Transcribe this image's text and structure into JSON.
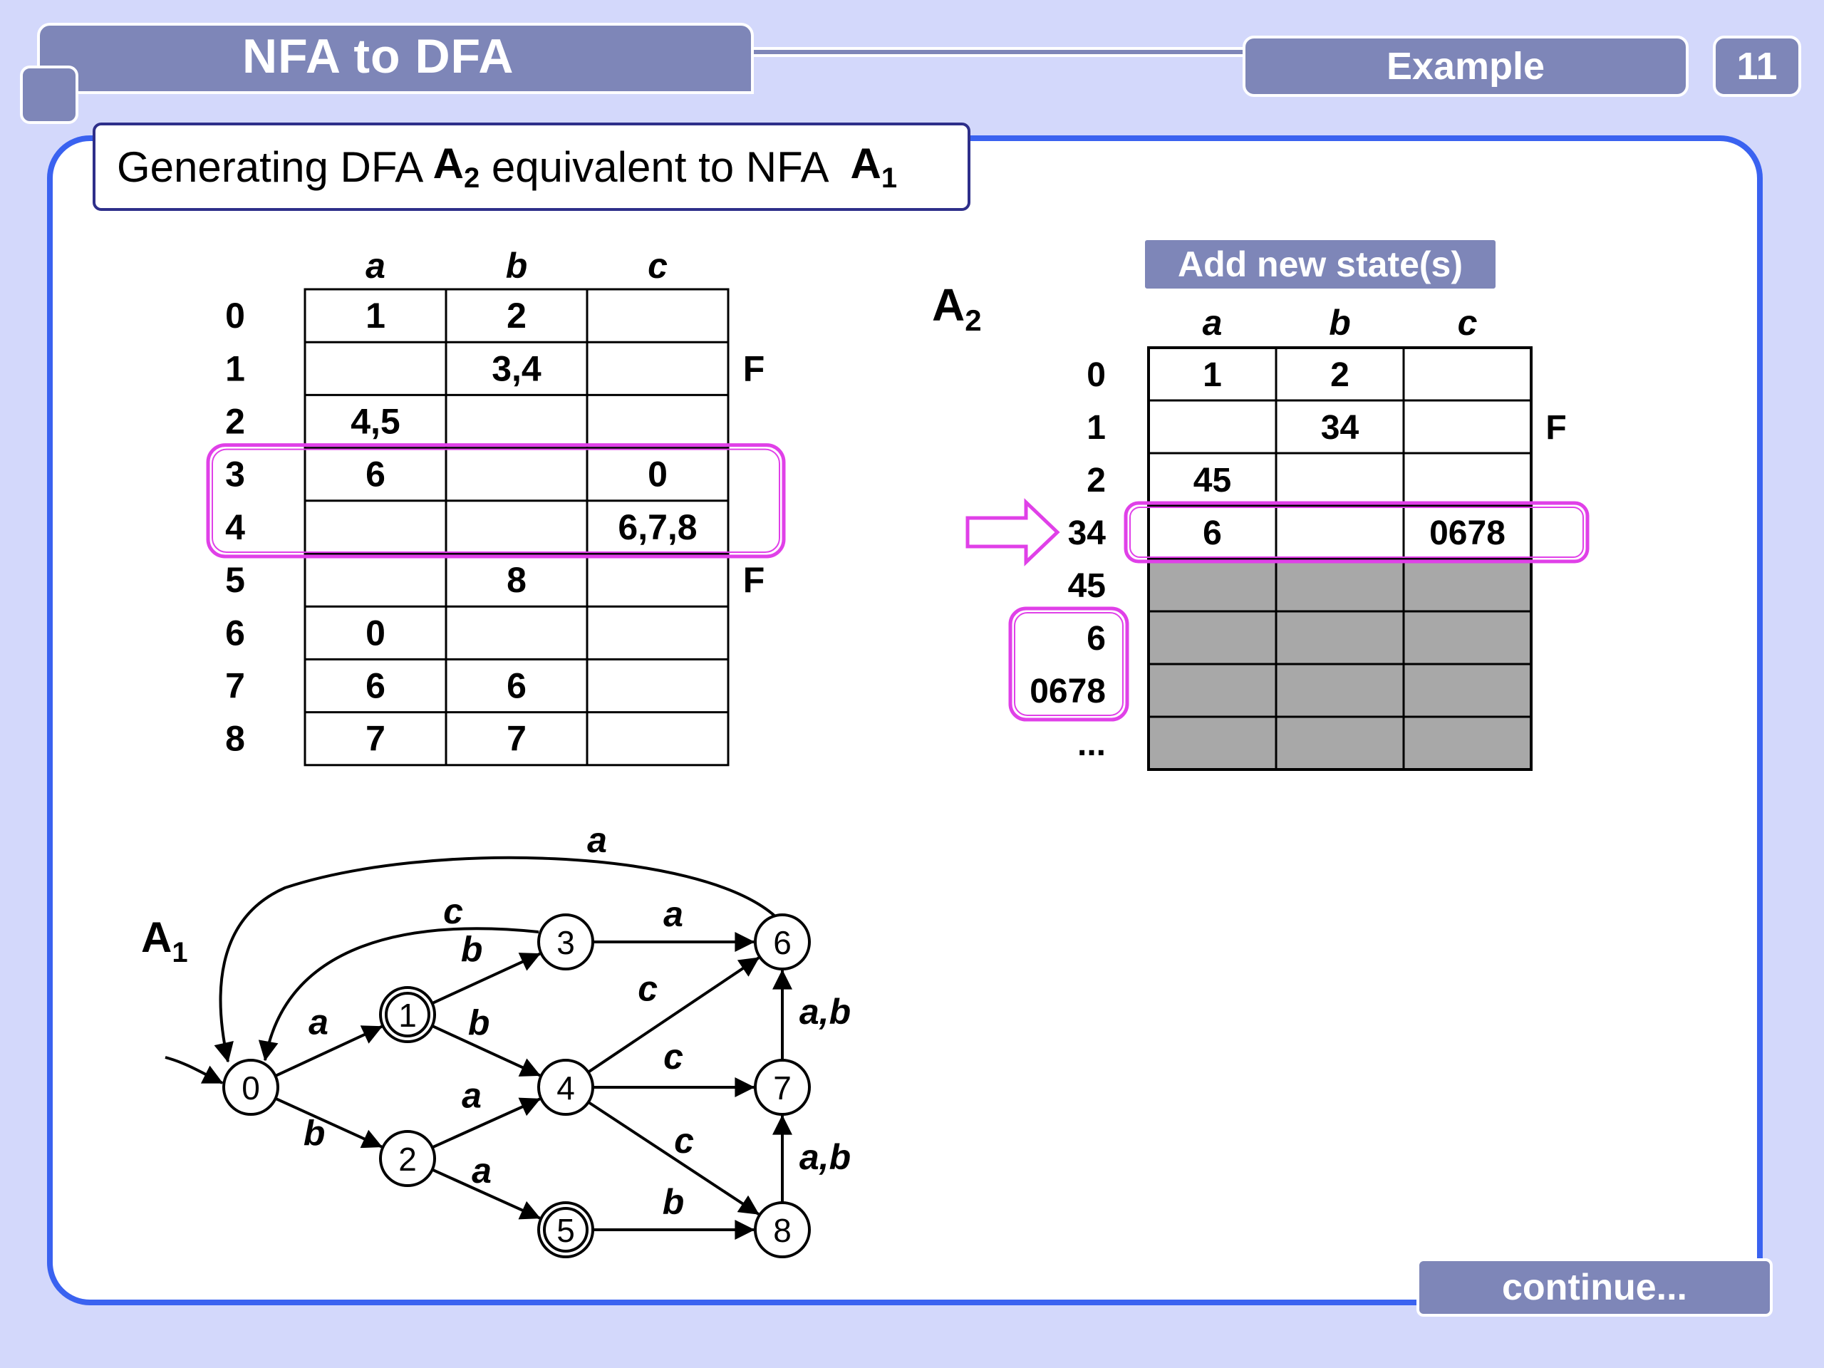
{
  "header": {
    "title": "NFA to DFA",
    "section": "Example",
    "page_number": "11"
  },
  "subtitle": {
    "pre": "Generating DFA ",
    "dfa_name": "A",
    "dfa_sub": "2",
    "mid": " equivalent to NFA  ",
    "nfa_name": "A",
    "nfa_sub": "1"
  },
  "add_button_label": "Add new state(s)",
  "continue_label": "continue...",
  "nfa_table": {
    "columns": [
      "a",
      "b",
      "c"
    ],
    "rows": [
      {
        "state": "0",
        "a": "1",
        "b": "2",
        "c": "",
        "final": ""
      },
      {
        "state": "1",
        "a": "",
        "b": "3,4",
        "c": "",
        "final": "F"
      },
      {
        "state": "2",
        "a": "4,5",
        "b": "",
        "c": "",
        "final": ""
      },
      {
        "state": "3",
        "a": "6",
        "b": "",
        "c": "0",
        "final": ""
      },
      {
        "state": "4",
        "a": "",
        "b": "",
        "c": "6,7,8",
        "final": ""
      },
      {
        "state": "5",
        "a": "",
        "b": "8",
        "c": "",
        "final": "F"
      },
      {
        "state": "6",
        "a": "0",
        "b": "",
        "c": "",
        "final": ""
      },
      {
        "state": "7",
        "a": "6",
        "b": "6",
        "c": "",
        "final": ""
      },
      {
        "state": "8",
        "a": "7",
        "b": "7",
        "c": "",
        "final": ""
      }
    ],
    "highlighted_rows": [
      "3",
      "4"
    ]
  },
  "dfa_table": {
    "label": "A",
    "label_sub": "2",
    "columns": [
      "a",
      "b",
      "c"
    ],
    "rows": [
      {
        "state": "0",
        "a": "1",
        "b": "2",
        "c": "",
        "final": "",
        "filled": true
      },
      {
        "state": "1",
        "a": "",
        "b": "34",
        "c": "",
        "final": "F",
        "filled": true
      },
      {
        "state": "2",
        "a": "45",
        "b": "",
        "c": "",
        "final": "",
        "filled": true
      },
      {
        "state": "34",
        "a": "6",
        "b": "",
        "c": "0678",
        "final": "",
        "filled": true
      },
      {
        "state": "45",
        "a": "",
        "b": "",
        "c": "",
        "final": "",
        "filled": false
      },
      {
        "state": "6",
        "a": "",
        "b": "",
        "c": "",
        "final": "",
        "filled": false
      },
      {
        "state": "0678",
        "a": "",
        "b": "",
        "c": "",
        "final": "",
        "filled": false
      },
      {
        "state": "...",
        "a": "",
        "b": "",
        "c": "",
        "final": "",
        "filled": false
      }
    ],
    "current_row": "34",
    "new_states": [
      "6",
      "0678"
    ],
    "pending_fill": "#a8a8a8",
    "highlight_color": "#e040e8"
  },
  "automaton": {
    "label": "A",
    "label_sub": "1",
    "states": [
      {
        "id": "0",
        "final": false,
        "start": true
      },
      {
        "id": "1",
        "final": true
      },
      {
        "id": "2",
        "final": false
      },
      {
        "id": "3",
        "final": false
      },
      {
        "id": "4",
        "final": false
      },
      {
        "id": "5",
        "final": true
      },
      {
        "id": "6",
        "final": false
      },
      {
        "id": "7",
        "final": false
      },
      {
        "id": "8",
        "final": false
      }
    ],
    "transitions": [
      {
        "from": "0",
        "to": "1",
        "label": "a"
      },
      {
        "from": "0",
        "to": "2",
        "label": "b"
      },
      {
        "from": "1",
        "to": "3",
        "label": "b"
      },
      {
        "from": "1",
        "to": "4",
        "label": "b"
      },
      {
        "from": "2",
        "to": "4",
        "label": "a"
      },
      {
        "from": "2",
        "to": "5",
        "label": "a"
      },
      {
        "from": "3",
        "to": "6",
        "label": "a"
      },
      {
        "from": "3",
        "to": "0",
        "label": "c"
      },
      {
        "from": "6",
        "to": "0",
        "label": "a"
      },
      {
        "from": "4",
        "to": "6",
        "label": "c"
      },
      {
        "from": "4",
        "to": "7",
        "label": "c"
      },
      {
        "from": "4",
        "to": "8",
        "label": "c"
      },
      {
        "from": "5",
        "to": "8",
        "label": "b"
      },
      {
        "from": "7",
        "to": "6",
        "label": "a,b"
      },
      {
        "from": "8",
        "to": "7",
        "label": "a,b"
      }
    ]
  }
}
